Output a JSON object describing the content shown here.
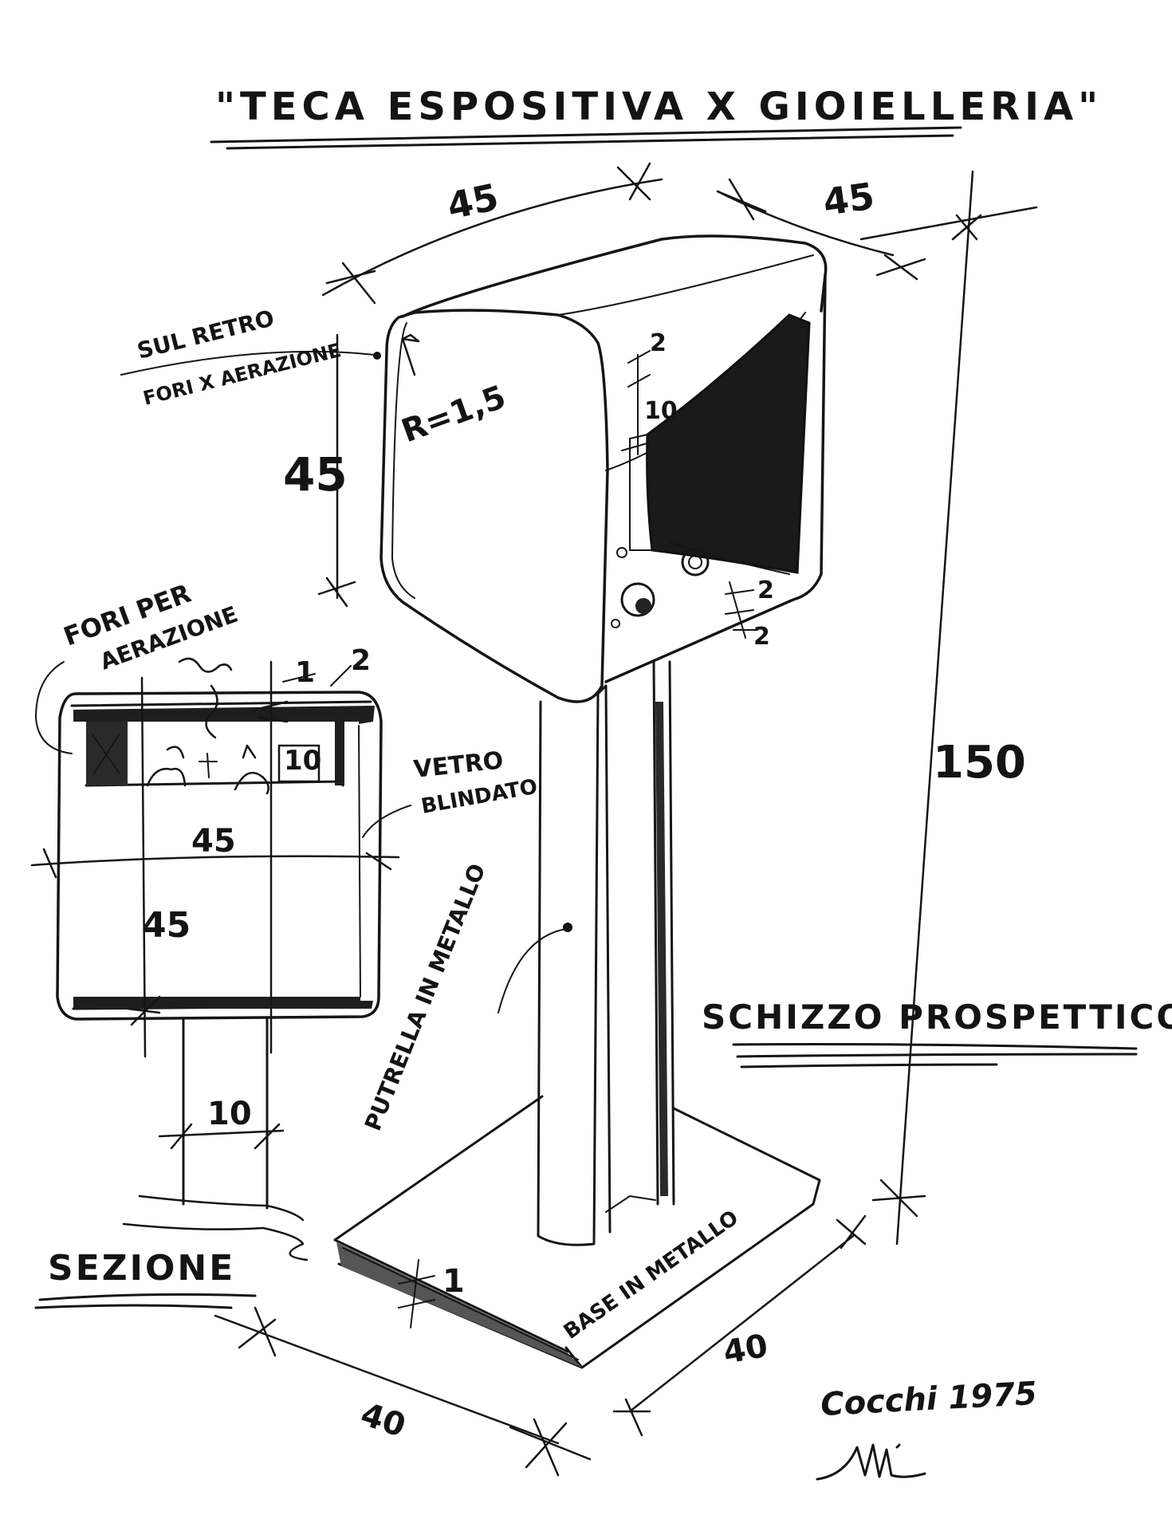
{
  "title": "\"TECA ESPOSITIVA X GIOIELLERIA\"",
  "perspective": {
    "label": "SCHIZZO PROSPETTICO",
    "dim_top_left": "45",
    "dim_top_right": "45",
    "dim_height_box": "45",
    "dim_total_height": "150",
    "radius_label": "R=1,5",
    "dim_frame_2_top": "2",
    "dim_frame_10": "10",
    "dim_frame_2_bottom_a": "2",
    "dim_frame_2_bottom_b": "2",
    "note_back_line1": "SUL RETRO",
    "note_back_line2": "FORI X AERAZIONE",
    "post_note": "PUTRELLA IN METALLO",
    "base_note": "BASE IN METALLO",
    "base_thickness": "1",
    "base_dim_left": "40",
    "base_dim_right": "40"
  },
  "section": {
    "label": "SEZIONE",
    "holes_note_line1": "FORI PER",
    "holes_note_line2": "AERAZIONE",
    "dim_1": "1",
    "dim_2": "2",
    "dim_10": "10",
    "glass_note_line1": "VETRO",
    "glass_note_line2": "BLINDATO",
    "dim_width": "45",
    "dim_height": "45",
    "dim_post": "10"
  },
  "signature": {
    "credit": "Cocchi 1975"
  }
}
